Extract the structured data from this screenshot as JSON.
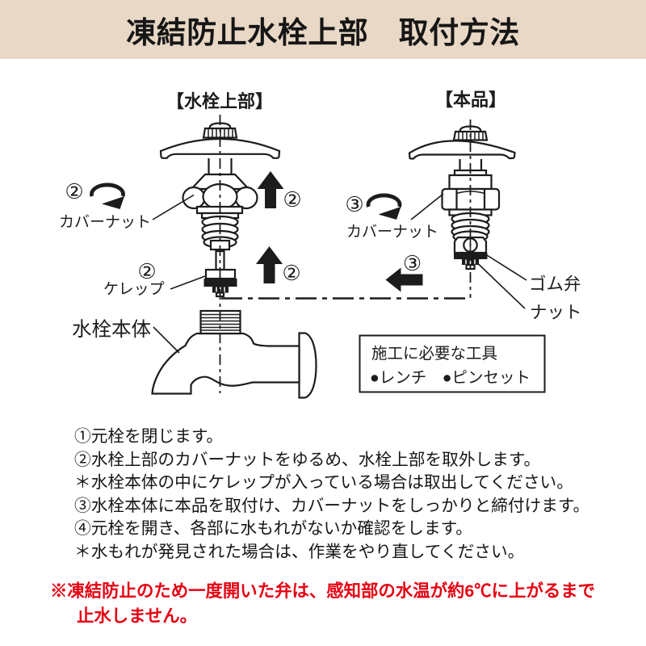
{
  "title": "凍結防止水栓上部　取付方法",
  "sections": {
    "left": "【水栓上部】",
    "right": "【本品】"
  },
  "badges": {
    "two": "②",
    "three": "③"
  },
  "labels": {
    "cover_nut": "カバーナット",
    "kerep": "ケレップ",
    "faucet_body": "水栓本体",
    "rubber_valve": "ゴム弁",
    "nut": "ナット"
  },
  "tools": {
    "title": "施工に必要な工具",
    "items": "●レンチ　●ピンセット"
  },
  "steps": [
    "①元栓を閉じます。",
    "②水栓上部のカバーナットをゆるめ、水栓上部を取外します。",
    "＊水栓本体の中にケレップが入っている場合は取出してください。",
    "③水栓本体に本品を取付け、カバーナットをしっかりと締付けます。",
    "④元栓を開き、各部に水もれがないか確認をします。",
    "＊水もれが発見された場合は、作業をやり直してください。"
  ],
  "warning": {
    "line1": "※凍結防止のため一度開いた弁は、感知部の水温が約6℃に上がるまで",
    "line2": "止水しません。"
  },
  "colors": {
    "header_bg": "#e8d8c5",
    "warning": "#e60012",
    "ink": "#1c1c1c"
  }
}
